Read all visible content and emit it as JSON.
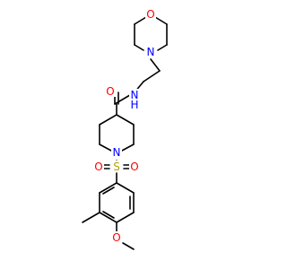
{
  "molecule": {
    "atoms": {
      "o_morpholine": {
        "label": "O",
        "color": "#ff0000"
      },
      "n_morpholine": {
        "label": "N",
        "color": "#0000ff"
      },
      "n_amide": {
        "label": "N",
        "color": "#0000ff"
      },
      "h_amide": {
        "label": "H",
        "color": "#0000ff"
      },
      "o_carbonyl": {
        "label": "O",
        "color": "#ff0000"
      },
      "n_piperidine": {
        "label": "N",
        "color": "#0000ff"
      },
      "s_sulfonyl": {
        "label": "S",
        "color": "#b8a200"
      },
      "o_sulfonyl_left": {
        "label": "O",
        "color": "#ff0000"
      },
      "o_sulfonyl_right": {
        "label": "O",
        "color": "#ff0000"
      },
      "o_methoxy": {
        "label": "O",
        "color": "#ff0000"
      }
    },
    "bond_color": "#000000"
  }
}
